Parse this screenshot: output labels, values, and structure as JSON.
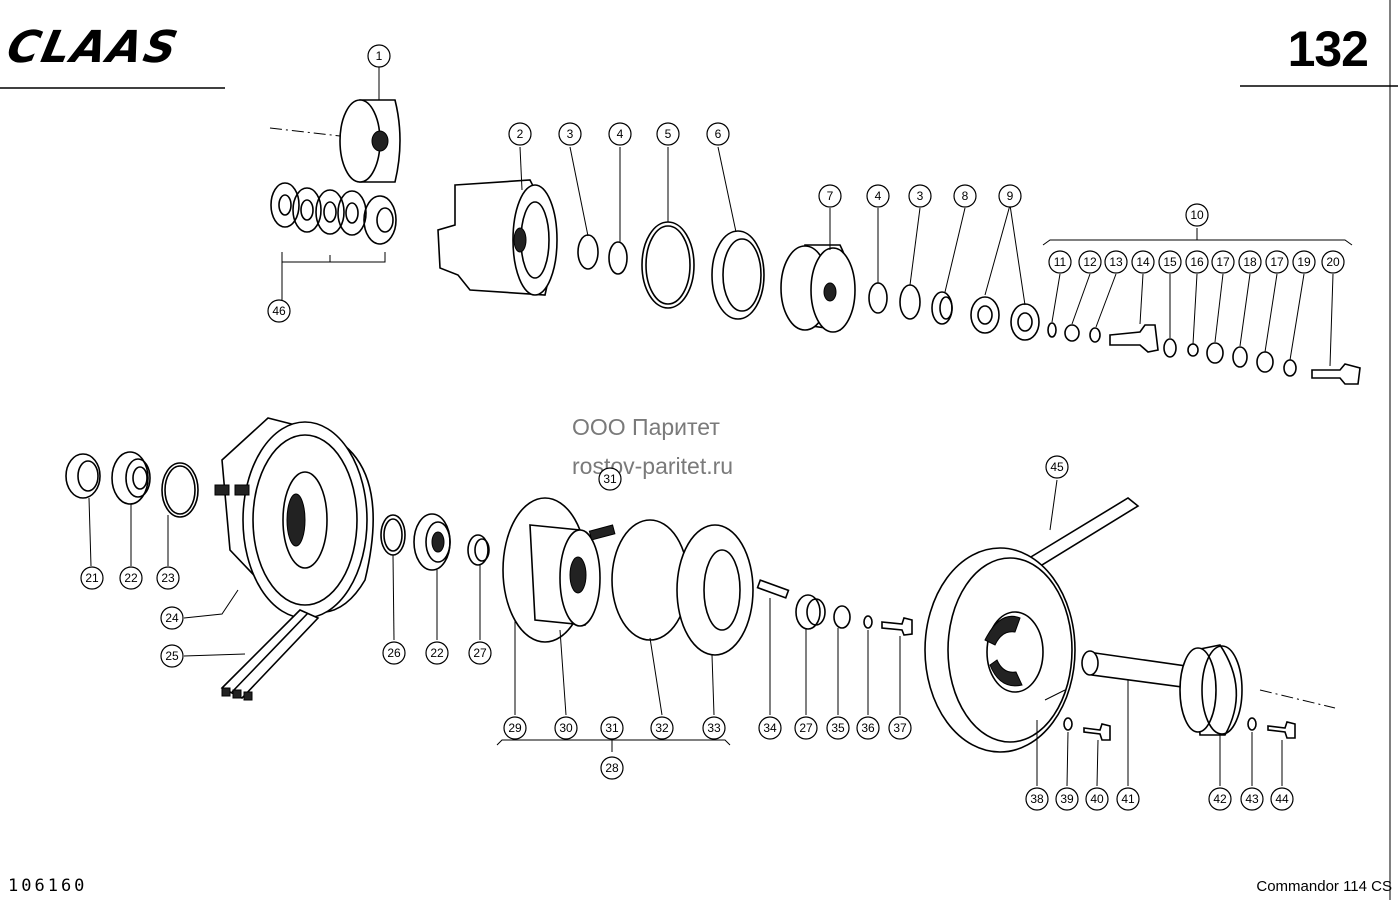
{
  "header": {
    "brand": "CLAAS",
    "page_number": "132"
  },
  "footer": {
    "document_number": "106160",
    "model": "Commandor 114 CS"
  },
  "watermark": {
    "line1": "ООО Паритет",
    "line2": "rostov-paritet.ru"
  },
  "callouts": [
    "1",
    "2",
    "3",
    "4",
    "5",
    "6",
    "7",
    "4",
    "3",
    "8",
    "9",
    "10",
    "11",
    "12",
    "13",
    "14",
    "15",
    "16",
    "17",
    "18",
    "17",
    "19",
    "20",
    "46",
    "31",
    "45",
    "21",
    "22",
    "23",
    "24",
    "25",
    "26",
    "22",
    "27",
    "29",
    "30",
    "31",
    "32",
    "33",
    "28",
    "34",
    "27",
    "35",
    "36",
    "37",
    "38",
    "39",
    "40",
    "41",
    "42",
    "43",
    "44"
  ]
}
